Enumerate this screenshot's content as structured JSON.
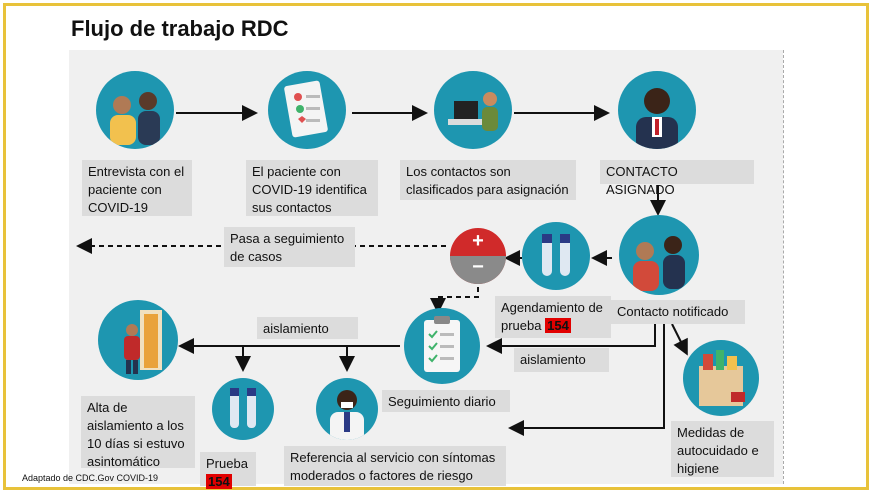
{
  "title": "Flujo de trabajo RDC",
  "credit": "Adaptado de CDC.Gov COVID-19",
  "steps": {
    "entrevista": "Entrevista con el paciente con COVID-19",
    "identifica": "El paciente con COVID-19 identifica sus contactos",
    "clasificados": "Los contactos son clasificados para asignación",
    "asignado": "CONTACTO ASIGNADO",
    "notificado": "Contacto notificado",
    "seguimiento_casos": "Pasa a seguimiento de casos",
    "agendamiento": "Agendamiento de prueba",
    "agendamiento_badge": "154",
    "aislamiento_top": "aislamiento",
    "aislamiento_right": "aislamiento",
    "seguimiento_diario": "Seguimiento diario",
    "alta": "Alta de aislamiento a los 10 días si estuvo asintomático",
    "prueba": "Prueba",
    "prueba_badge": "154",
    "referencia": "Referencia al servicio con síntomas moderados o factores de riesgo",
    "medidas": "Medidas de autocuidado e higiene"
  },
  "symbols": {
    "plus": "+",
    "minus": "−"
  },
  "colors": {
    "frame": "#e8c23a",
    "teal": "#1e96b0",
    "badge": "#e10000",
    "box": "#dcdcdc"
  }
}
